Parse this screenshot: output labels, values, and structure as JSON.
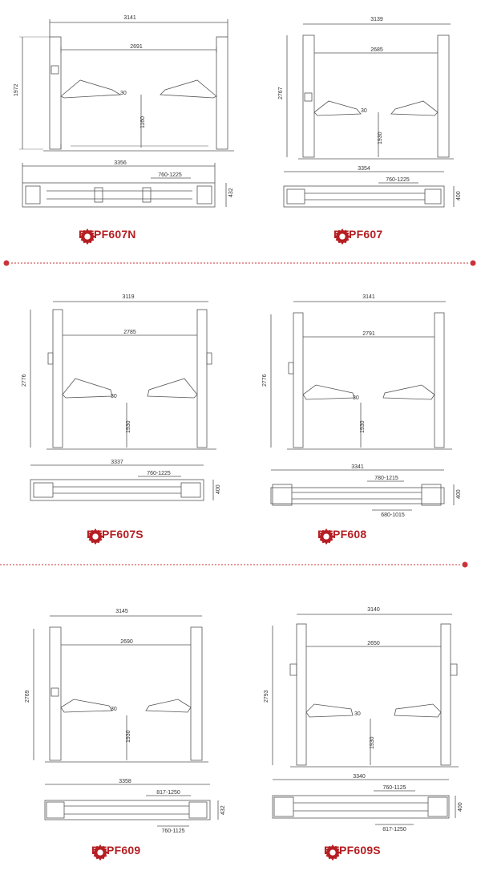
{
  "colors": {
    "accent": "#b51e22",
    "line": "#555555",
    "separator": "#c9333a"
  },
  "lifts": [
    {
      "model": "DTPF607N",
      "icon": "gear-icon",
      "front": {
        "overall_width": "3141",
        "inner_width": "2691",
        "height": "1972",
        "arm_height": "1160",
        "pad": "30"
      },
      "top": {
        "length": "3356",
        "arm_range": "760-1225",
        "depth": "432"
      }
    },
    {
      "model": "DTPF607",
      "icon": "gear-icon",
      "front": {
        "overall_width": "3139",
        "inner_width": "2685",
        "height": "2767",
        "arm_height": "1930",
        "pad": "30"
      },
      "top": {
        "length": "3354",
        "arm_range": "760-1225",
        "depth": "400"
      }
    },
    {
      "model": "DTPF607S",
      "icon": "gear-icon",
      "front": {
        "overall_width": "3119",
        "inner_width": "2785",
        "height": "2776",
        "arm_height": "1930",
        "pad": "30"
      },
      "top": {
        "length": "3337",
        "arm_range": "760-1225",
        "depth": "400"
      }
    },
    {
      "model": "DTPF608",
      "icon": "gear-icon",
      "front": {
        "overall_width": "3141",
        "inner_width": "2791",
        "height": "2776",
        "arm_height": "1930",
        "pad": "30"
      },
      "top": {
        "length": "3341",
        "arm_range": "780-1215",
        "arm_range2": "680-1015",
        "depth": "400"
      }
    },
    {
      "model": "DTPF609",
      "icon": "gear-icon",
      "front": {
        "overall_width": "3145",
        "inner_width": "2690",
        "height": "2769",
        "arm_height": "1930",
        "pad": "30"
      },
      "top": {
        "length": "3358",
        "arm_range": "817-1250",
        "arm_range2": "760-1125",
        "depth": "432"
      }
    },
    {
      "model": "DTPF609S",
      "icon": "gear-icon",
      "front": {
        "overall_width": "3140",
        "inner_width": "2650",
        "height": "2793",
        "arm_height": "1930",
        "pad": "30"
      },
      "top": {
        "length": "3340",
        "arm_range": "760-1125",
        "arm_range2": "817-1250",
        "depth": "400"
      }
    }
  ]
}
